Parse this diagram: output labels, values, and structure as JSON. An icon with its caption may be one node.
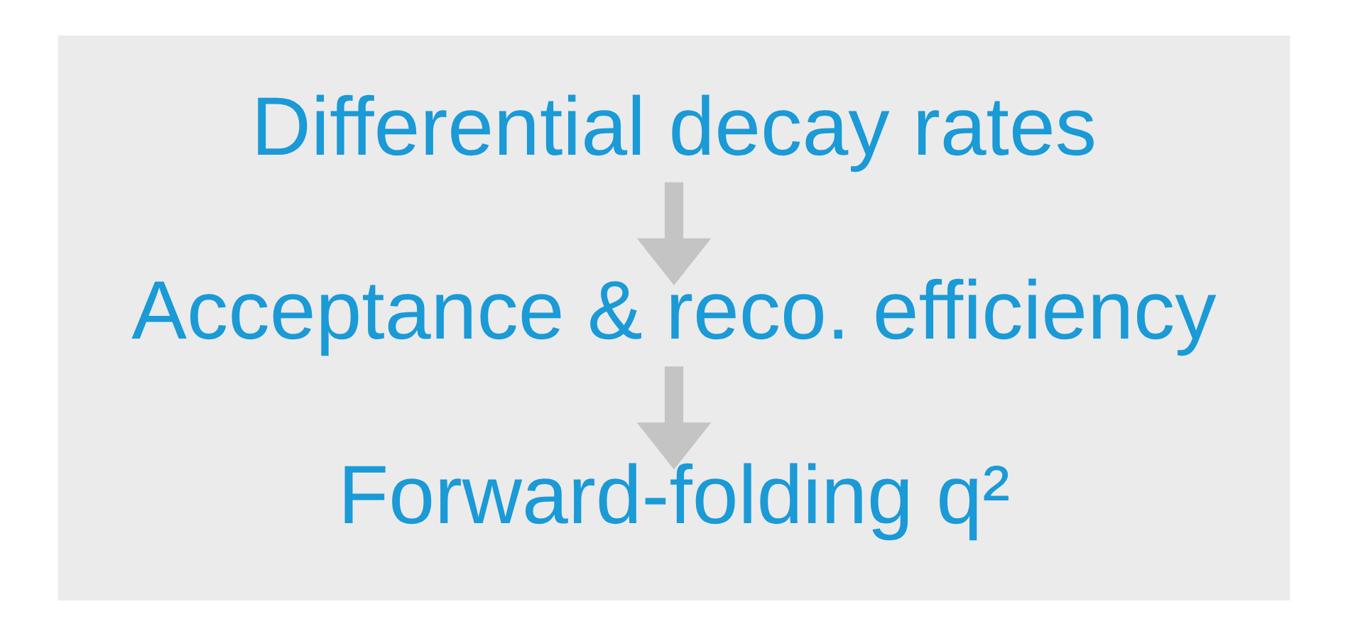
{
  "diagram": {
    "nodes": [
      {
        "text": [],
        "shape": "box"
      },
      {
        "text": [
          "Differential decay rates"
        ],
        "in": 0
      },
      {
        "text": [
          "Acceptance & reco. efficiency"
        ],
        "in": 0
      },
      {
        "text": [
          "Forward-folding q²"
        ],
        "in": 0
      }
    ],
    "edges": [
      {
        "from": 1,
        "to": 2,
        "arrow": "to"
      },
      {
        "from": 2,
        "to": 3,
        "arrow": "to"
      }
    ]
  }
}
